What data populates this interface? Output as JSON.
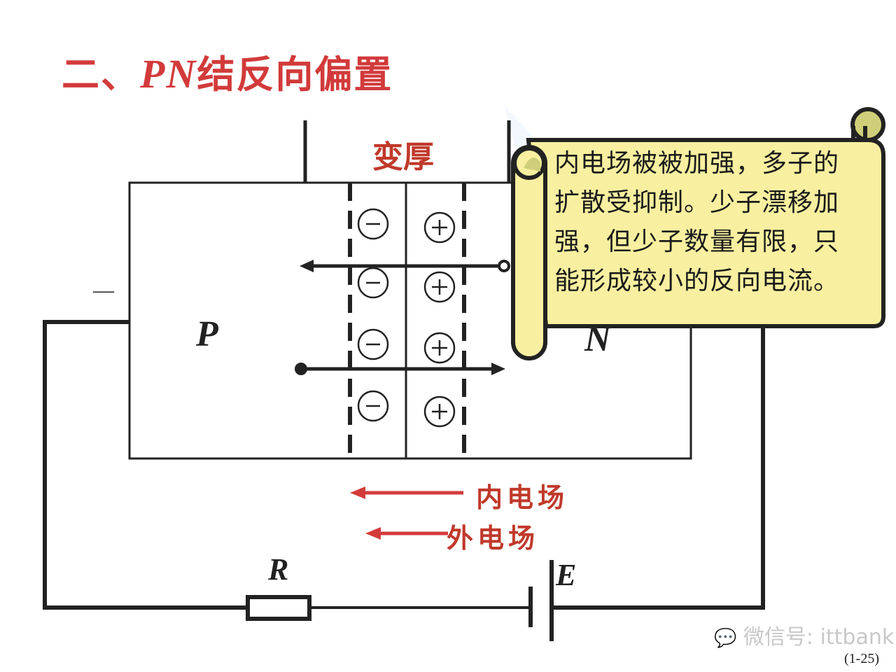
{
  "title": {
    "prefix": "二、",
    "pn": "PN",
    "suffix": "结反向偏置"
  },
  "diagram": {
    "thicker_label": "变厚",
    "p_region_label": "P",
    "n_region_label": "N",
    "minus_terminal": "—",
    "resistor_label": "R",
    "battery_label": "E",
    "negative_ions": [
      "⊖",
      "⊖",
      "⊖",
      "⊖"
    ],
    "positive_ions": [
      "⊕",
      "⊕",
      "⊕",
      "⊕"
    ],
    "inner_field_label": "内电场",
    "outer_field_label": "外电场"
  },
  "note": {
    "text": "内电场被被加强，多子的扩散受抑制。少子漂移加强，但少子数量有限，只能形成较小的反向电流。"
  },
  "colors": {
    "title_red": "#d23a3a",
    "field_arrow_red": "#d33b3b",
    "scroll_fill": "#f8f0a0",
    "scroll_curl": "#cfcf7a"
  },
  "watermark": "微信号: ittbank",
  "page_number": "(1-25)"
}
